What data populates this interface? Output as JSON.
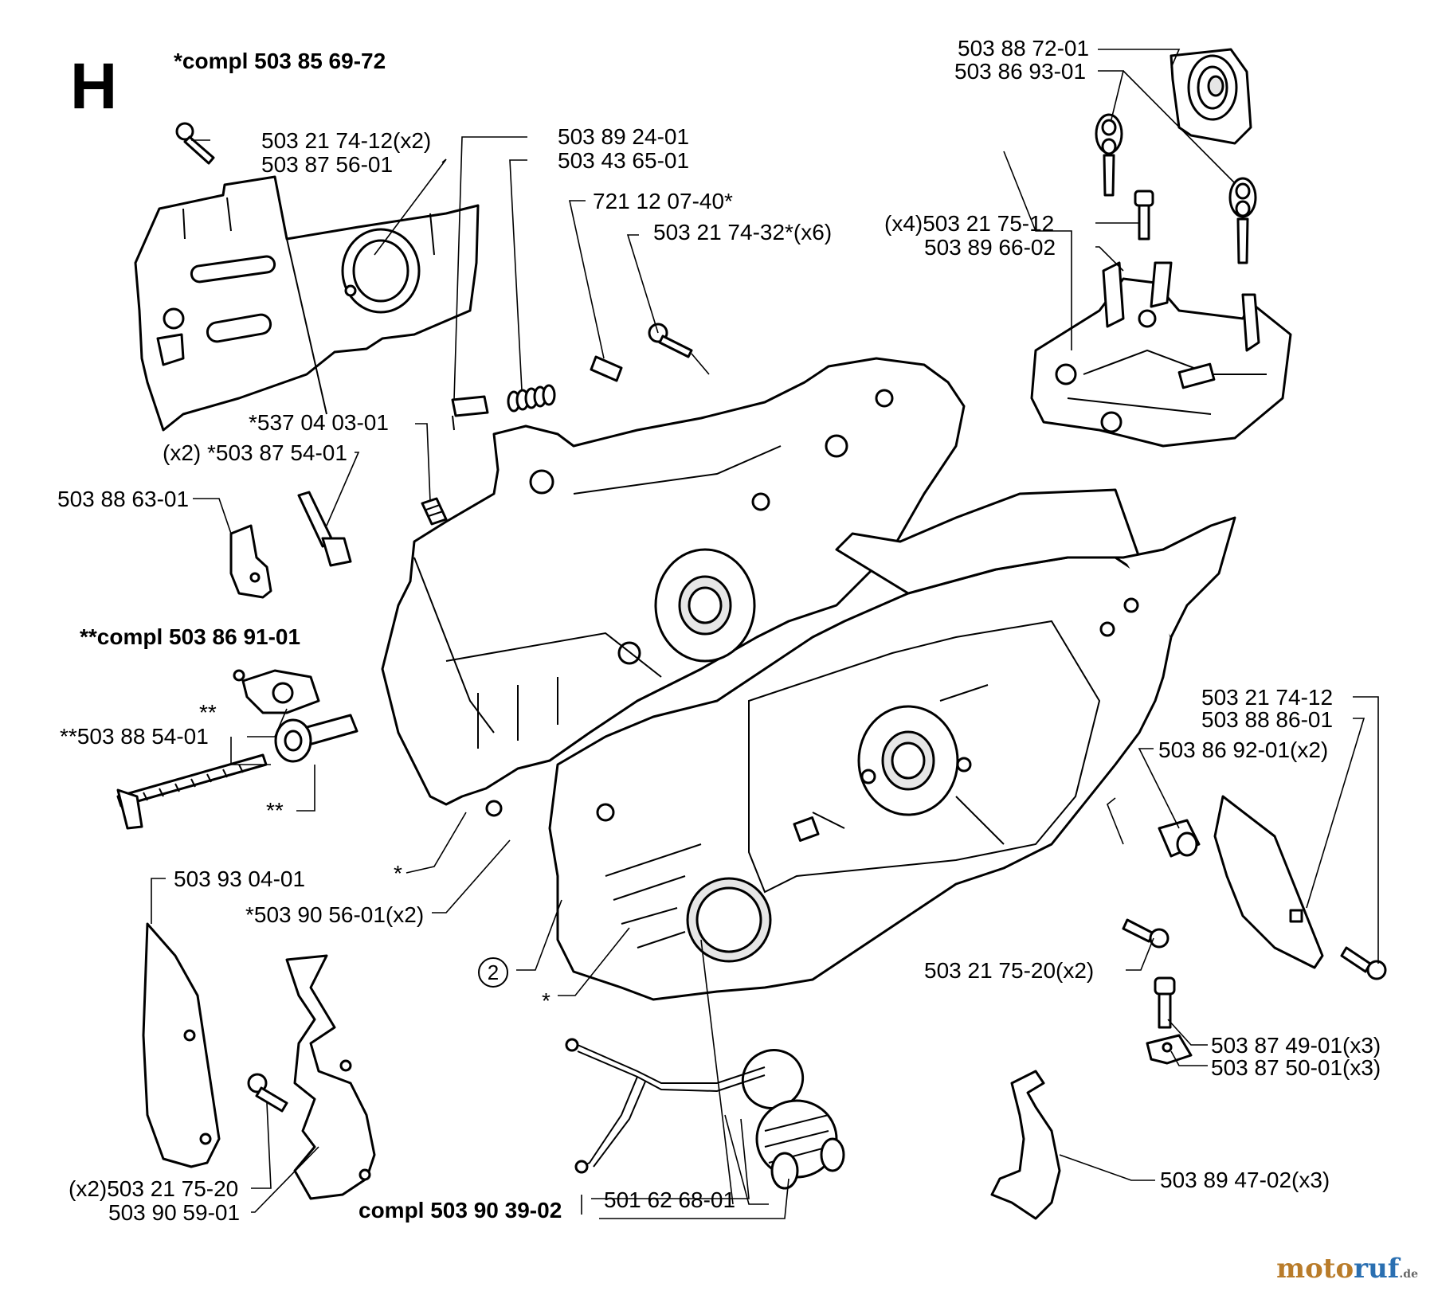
{
  "diagram": {
    "section_letter": "H",
    "assemblies": {
      "clutch_cover_set": "*compl 503 85 69-72",
      "chain_tensioner_set": "**compl 503 86 91-01",
      "spike_set": "compl 503 90 39-02"
    },
    "labels": {
      "l01": "503 88 72-01",
      "l02": "503 86 93-01",
      "l03": "503 21 74-12(x2)",
      "l04": "503 87 56-01",
      "l05": "503 89 24-01",
      "l06": "503 43 65-01",
      "l07": "721 12 07-40*",
      "l08": "503 21 74-32*(x6)",
      "l09": "(x4)503 21 75-12",
      "l10": "503 89 66-02",
      "l11": "*537 04 03-01",
      "l12": "(x2) *503 87 54-01",
      "l13": "503 88 63-01",
      "l14": "**",
      "l15": "**503 88 54-01",
      "l16": "**",
      "l17": "503 21 74-12",
      "l18": "503 88 86-01",
      "l19": "503 86 92-01(x2)",
      "l20": "*",
      "l21": "*503 90 56-01(x2)",
      "l22": "503 93 04-01",
      "l23": "2",
      "l24": "*",
      "l25": "503 21 75-20(x2)",
      "l26": "503 87 49-01(x3)",
      "l27": "503 87 50-01(x3)",
      "l28": "503 89 47-02(x3)",
      "l29": "(x2)503 21 75-20",
      "l30": "503 90 59-01",
      "l31": "501 62 68-01"
    },
    "watermark": {
      "part1": "moto",
      "part2": "ruf",
      "suffix": ".de"
    }
  }
}
